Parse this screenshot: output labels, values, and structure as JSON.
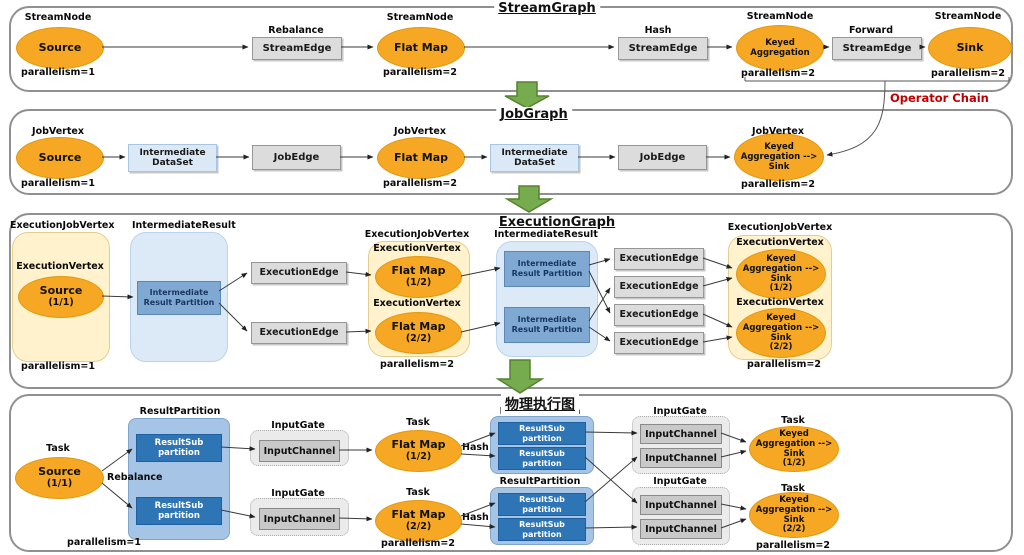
{
  "colors": {
    "node_orange": "#F6A723",
    "edge_gray": "#DCDCDC",
    "dataset_blue": "#DBE9F6",
    "container_yellow": "#FFF2CC",
    "container_blue": "#DCEAF8",
    "partition_blue": "#7FA8D2",
    "resultpartition_blue": "#A6C5E6",
    "subpartition_blue": "#2E75B6",
    "inputgate_gray": "#EBEBEB",
    "inputchannel_gray": "#C9C9C9",
    "arrow_green": "#76AC4E",
    "operator_chain_red": "#C00000"
  },
  "s1": {
    "title": "StreamGraph",
    "stream_node": "StreamNode",
    "stream_edge": "StreamEdge",
    "source": "Source",
    "flat_map": "Flat Map",
    "keyed_agg": "Keyed Aggregation",
    "sink": "Sink",
    "rebalance": "Rebalance",
    "hash": "Hash",
    "forward": "Forward",
    "par1": "parallelism=1",
    "par2": "parallelism=2",
    "operator_chain": "Operator Chain"
  },
  "s2": {
    "title": "JobGraph",
    "job_vertex": "JobVertex",
    "job_edge": "JobEdge",
    "intermediate_dataset": "Intermediate DataSet",
    "source": "Source",
    "flat_map": "Flat Map",
    "keyed_agg_sink": "Keyed Aggregation --> Sink",
    "par1": "parallelism=1",
    "par2": "parallelism=2"
  },
  "s3": {
    "title": "ExecutionGraph",
    "execution_job_vertex": "ExecutionJobVertex",
    "execution_vertex": "ExecutionVertex",
    "intermediate_result": "IntermediateResult",
    "irp": "Intermediate Result Partition",
    "execution_edge": "ExecutionEdge",
    "source": "Source",
    "source_sub": "(1/1)",
    "flat_map": "Flat Map",
    "fm_sub1": "(1/2)",
    "fm_sub2": "(2/2)",
    "ka": "Keyed Aggregation --> Sink",
    "ka_sub1": "(1/2)",
    "ka_sub2": "(2/2)",
    "par1": "parallelism=1",
    "par2": "parallelism=2"
  },
  "s4": {
    "title": "物理执行图",
    "task": "Task",
    "rebalance": "Rebalance",
    "hash": "Hash",
    "result_partition": "ResultPartition",
    "result_sub": "ResultSub partition",
    "input_gate": "InputGate",
    "input_channel": "InputChannel",
    "source": "Source",
    "source_sub": "(1/1)",
    "flat_map": "Flat Map",
    "fm_sub1": "(1/2)",
    "fm_sub2": "(2/2)",
    "ka": "Keyed Aggregation --> Sink",
    "ka_sub1": "(1/2)",
    "ka_sub2": "(2/2)",
    "par1": "parallelism=1",
    "par2": "parallelism=2"
  }
}
